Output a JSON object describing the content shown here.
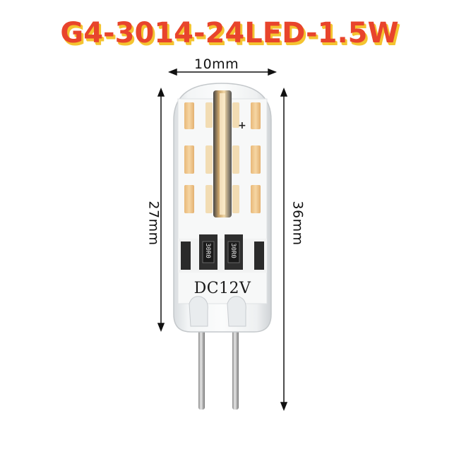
{
  "title": "G4-3014-24LED-1.5W",
  "dimensions": {
    "width_label": "10mm",
    "body_height_label": "27mm",
    "total_height_label": "36mm"
  },
  "board": {
    "voltage_label": "DC12V",
    "polarity_mark": "+",
    "resistor_labels": [
      "30R0",
      "30R0"
    ]
  },
  "colors": {
    "title_red": "#e8442c",
    "title_shadow_yellow": "#f4c430",
    "led_amber": "#f0c890",
    "board_dark": "#2a2a2a"
  }
}
